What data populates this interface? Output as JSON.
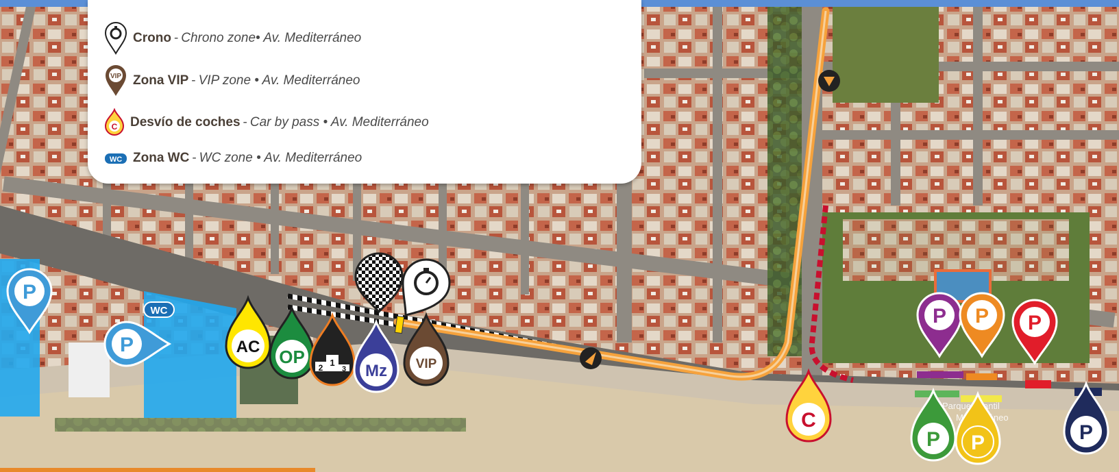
{
  "legend": {
    "items": [
      {
        "icon": "stopwatch-pin-icon",
        "title": "Crono",
        "separator": "-",
        "desc": "Chrono zone• Av. Mediterráneo"
      },
      {
        "icon": "vip-pin-icon",
        "title": "Zona VIP",
        "separator": "-",
        "desc": "VIP zone • Av. Mediterráneo"
      },
      {
        "icon": "car-bypass-pin-icon",
        "title": "Desvío de coches",
        "separator": "-",
        "desc": "Car by pass • Av. Mediterráneo"
      },
      {
        "icon": "wc-badge-icon",
        "title": "Zona WC",
        "separator": "-",
        "desc": "WC zone • Av. Mediterráneo"
      }
    ],
    "vip_badge": "VIP",
    "c_badge": "C",
    "wc_badge": "WC"
  },
  "map": {
    "markers": {
      "parking": "P",
      "wc": "WC",
      "ac": "AC",
      "op": "OP",
      "podium_1": "1",
      "podium_2": "2",
      "podium_3": "3",
      "mz": "Mz",
      "vip": "VIP",
      "car_bypass": "C"
    },
    "place_label_1": "Parque Infantil",
    "place_label_2": "Mediterráneo",
    "colors": {
      "route": "#f6a23c",
      "finish_line": "#ffd400",
      "bypass": "#c8102e",
      "parking_blue": "#3f9bd8",
      "parking_purple": "#8d2d8f",
      "parking_orange": "#ee8a22",
      "parking_red": "#e11d2a",
      "parking_green": "#3c9a3a",
      "parking_yellow": "#f2c318",
      "parking_navy": "#1f2b5c",
      "zone_blue": "#21a9ee"
    }
  }
}
